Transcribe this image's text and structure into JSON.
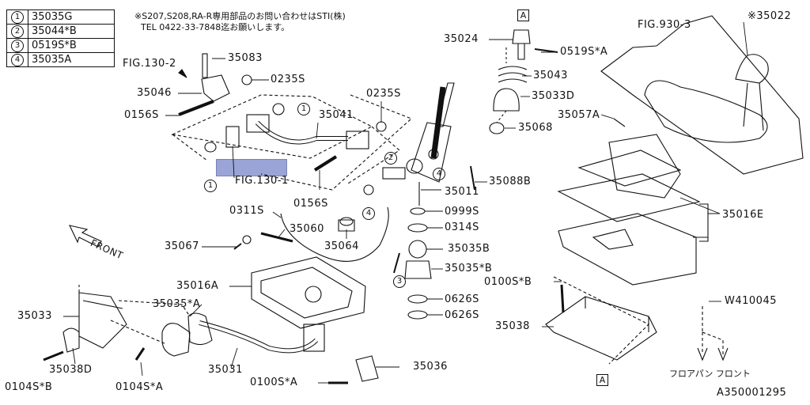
{
  "legend": [
    {
      "num": "1",
      "part": "35035G"
    },
    {
      "num": "2",
      "part": "35044*B"
    },
    {
      "num": "3",
      "part": "0519S*B"
    },
    {
      "num": "4",
      "part": "35035A"
    }
  ],
  "notes": {
    "line1": "※S207,S208,RA-R専用部品のお問い合わせはSTI(株)",
    "line2": "TEL 0422-33-7848迄お願いします。"
  },
  "callouts": {
    "top": "A",
    "bottom": "A"
  },
  "labels": {
    "fig_130_2": "FIG.130-2",
    "p35083": "35083",
    "p0235S_a": "0235S",
    "p35046": "35046",
    "p0156S_a": "0156S",
    "p35041": "35041",
    "p0235S_b": "0235S",
    "fig_130_1": "FIG.130-1",
    "p0156S_b": "0156S",
    "p0311S": "0311S",
    "p35060": "35060",
    "p35067": "35067",
    "p35064": "35064",
    "p35016A": "35016A",
    "p35035A_star": "35035*A",
    "p35033": "35033",
    "p35038D": "35038D",
    "p0104SB": "0104S*B",
    "p0104SA": "0104S*A",
    "p35031": "35031",
    "p0100SA": "0100S*A",
    "p35036": "35036",
    "p35024": "35024",
    "p0519SA": "0519S*A",
    "p35043": "35043",
    "p35033D": "35033D",
    "p35068": "35068",
    "p35088B": "35088B",
    "p35011": "35011",
    "p0999S": "0999S",
    "p0314S": "0314S",
    "p35035B": "35035B",
    "p35035B_star": "35035*B",
    "p0626S_a": "0626S",
    "p0626S_b": "0626S",
    "fig_930_3": "FIG.930-3",
    "p35022": "※35022",
    "p35057A": "35057A",
    "p35016E": "35016E",
    "p0100SB": "0100S*B",
    "p35038": "35038",
    "pW410045": "W410045",
    "front": "FRONT",
    "floor_pan_front": "フロアパン フロント",
    "diagram_id": "A350001295"
  },
  "circle_marks": {
    "c1a": "1",
    "c1b": "1",
    "c2": "2",
    "c3": "3",
    "c4a": "4",
    "c4b": "4"
  },
  "colors": {
    "line": "#111111",
    "highlight": "#9aa4d6"
  }
}
